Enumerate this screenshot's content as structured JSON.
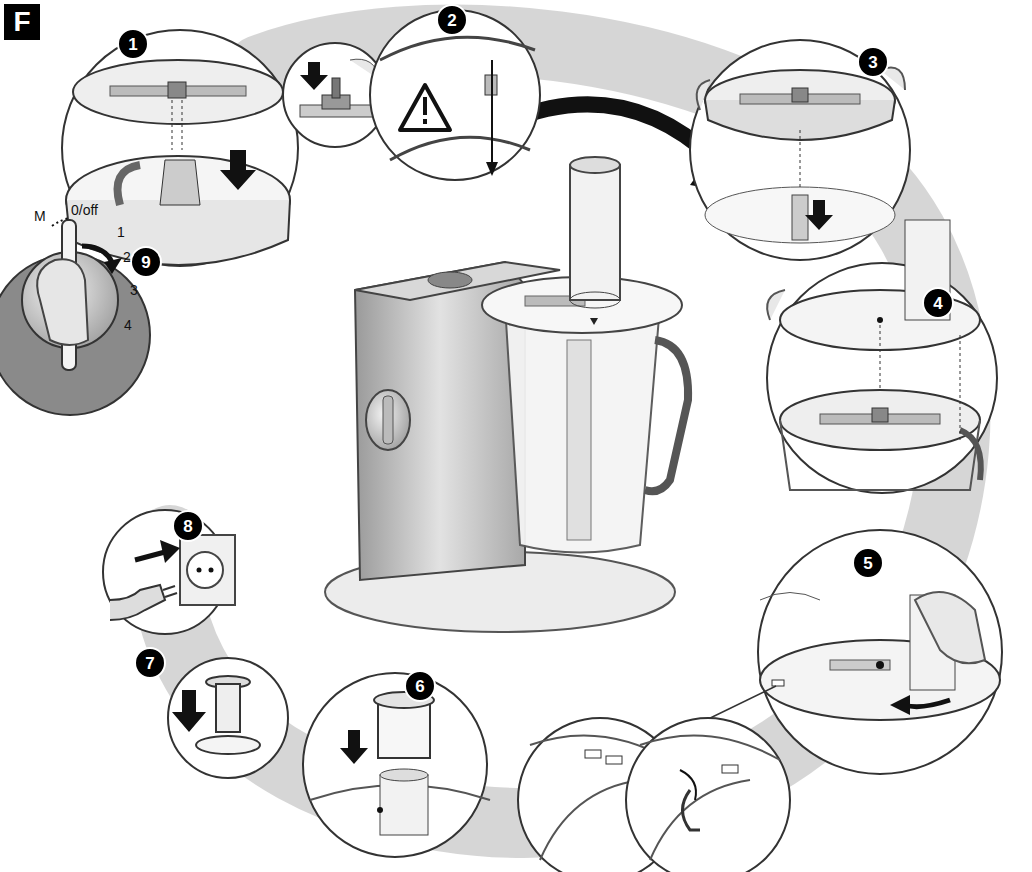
{
  "diagram": {
    "labels": [
      "F",
      "1",
      "2",
      "3",
      "4",
      "5",
      "6",
      "7",
      "8",
      "9",
      "M",
      "0/off",
      "1",
      "2",
      "3",
      "4"
    ]
  }
}
